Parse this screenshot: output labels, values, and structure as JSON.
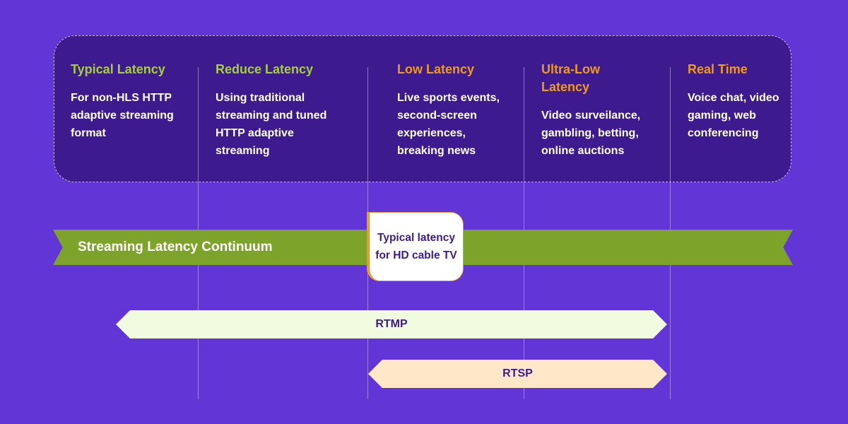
{
  "columns": [
    {
      "title": "Typical Latency",
      "desc": "For non-HLS HTTP adaptive streaming format",
      "title_color": "#a6cf3d"
    },
    {
      "title": "Reduce Latency",
      "desc": "Using traditional streaming and tuned HTTP adaptive streaming",
      "title_color": "#a6cf3d"
    },
    {
      "title": "Low Latency",
      "desc": "Live sports events, second-screen experiences, breaking news",
      "title_color": "#f09a1b"
    },
    {
      "title": "Ultra-Low Latency",
      "desc": "Video surveilance, gambling, betting, online auctions",
      "title_color": "#f09a1b"
    },
    {
      "title": "Real Time",
      "desc": "Voice chat, video gaming, web conferencing",
      "title_color": "#f09a1b"
    }
  ],
  "continuum": {
    "label": "Streaming Latency Continuum",
    "color": "#7ea32a"
  },
  "callout": {
    "label": "Typical latency for HD cable TV"
  },
  "protocols": [
    {
      "label": "RTMP",
      "color": "#f0fbe0"
    },
    {
      "label": "RTSP",
      "color": "#ffe7c8"
    }
  ],
  "colors": {
    "background": "#6236d6",
    "panel": "#3d1b8f",
    "text_dark": "#3d1b8f"
  }
}
